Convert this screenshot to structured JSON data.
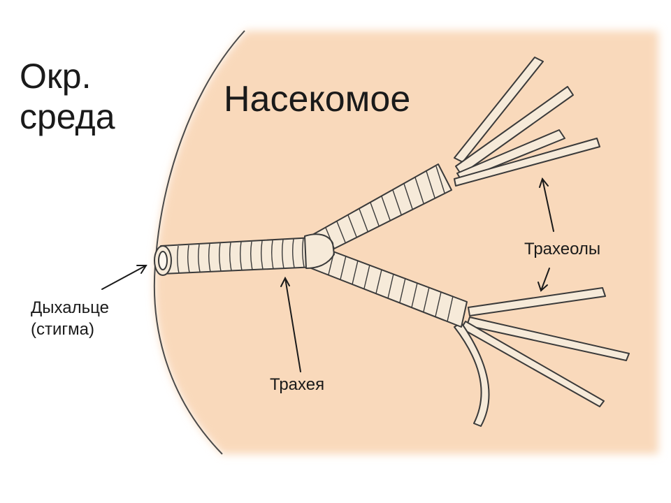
{
  "labels": {
    "environment_line1": "Окр.",
    "environment_line2": "среда",
    "insect": "Насекомое",
    "spiracle_line1": "Дыхальце",
    "spiracle_line2": "(стигма)",
    "trachea": "Трахея",
    "tracheoles": "Трахеолы"
  },
  "colors": {
    "body_fill": "#f9d9bb",
    "tube_fill": "#f6ead9",
    "outline": "#3a3a3a",
    "text": "#1a1a1a"
  }
}
